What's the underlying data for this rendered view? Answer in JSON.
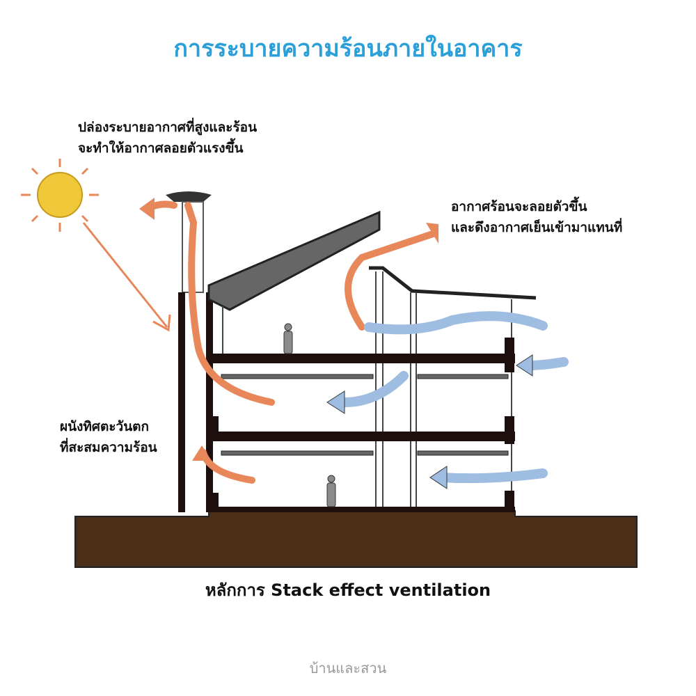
{
  "title": "การระบายความร้อนภายในอาคาร",
  "notes": {
    "chimney": [
      "ปล่องระบายอากาศที่สูงและร้อน",
      "จะทำให้อากาศลอยตัวแรงขึ้น"
    ],
    "hot_air": [
      "อากาศร้อนจะลอยตัวขึ้น",
      "และดึงอากาศเย็นเข้ามาแทนที่"
    ],
    "west_wall": [
      "ผนังทิศตะวันตก",
      "ที่สะสมความร้อน"
    ]
  },
  "caption": "หลักการ Stack effect ventilation",
  "logo": "บ้านและสวน",
  "colors": {
    "title": "#2a9fd8",
    "hot_arrow": "#e8875a",
    "cool_arrow": "#9fbde0",
    "ground": "#4a2e17",
    "sun": "#f0c93a"
  }
}
